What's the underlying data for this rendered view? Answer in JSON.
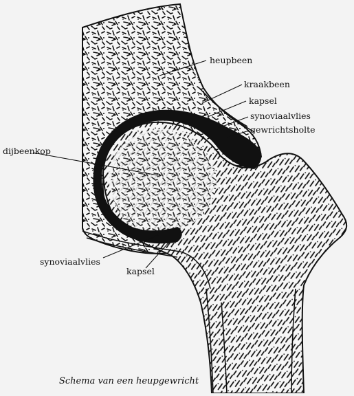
{
  "caption": "Schema van een heupgewricht",
  "labels": {
    "heupbeen": "heupbeen",
    "kraakbeen": "kraakbeen",
    "kapsel_top": "kapsel",
    "synoviaalvlies_top": "synoviaalvlies",
    "gewrichtsholte": "gewrichtsholte",
    "dijbeenkop": "dijbeenkop",
    "synoviaalvlies_bottom": "synoviaalvlies",
    "kapsel_bottom": "kapsel"
  },
  "colors": {
    "background": "#f3f3f3",
    "bone_fill": "#f6f6f6",
    "ink": "#111111"
  }
}
